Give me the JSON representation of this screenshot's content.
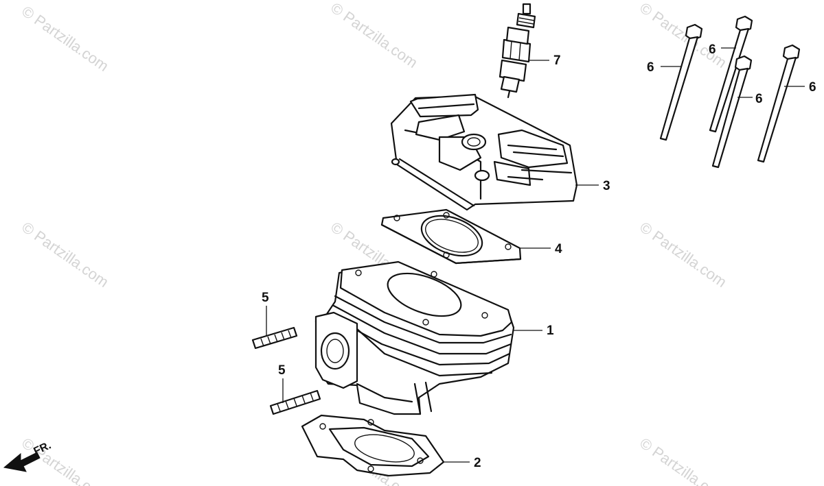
{
  "watermarks": [
    "© Partzilla.com",
    "© Partzilla.com",
    "© Partzilla.com",
    "© Partzilla.com",
    "© Partzilla.com",
    "© Partzilla.com",
    "© Partzilla.com",
    "© Partzilla.com",
    "© Partzilla.com"
  ],
  "callouts": {
    "cylinder": "1",
    "base_gasket": "2",
    "cylinder_head": "3",
    "head_gasket": "4",
    "stud_upper": "5",
    "stud_lower": "5",
    "bolt_1": "6",
    "bolt_2": "6",
    "bolt_3": "6",
    "bolt_4": "6",
    "spark_plug": "7"
  },
  "front_indicator": "FR."
}
